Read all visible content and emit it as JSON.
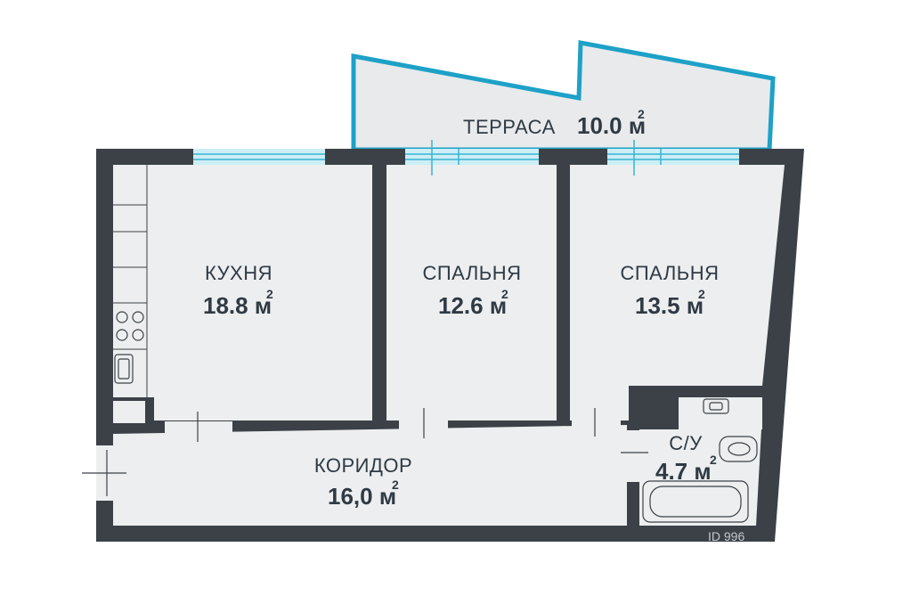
{
  "colors": {
    "wall": "#3b4147",
    "floor": "#eceeef",
    "window": "#cdeef6",
    "window_line": "#38b4d3",
    "terrace_outline": "#1ea1c7"
  },
  "rooms": {
    "terrace": {
      "name": "ТЕРРАСА",
      "area": "10.0 м",
      "sup": "2"
    },
    "kitchen": {
      "name": "КУХНЯ",
      "area": "18.8 м",
      "sup": "2"
    },
    "bedroom1": {
      "name": "СПАЛЬНЯ",
      "area": "12.6 м",
      "sup": "2"
    },
    "bedroom2": {
      "name": "СПАЛЬНЯ",
      "area": "13.5 м",
      "sup": "2"
    },
    "corridor": {
      "name": "КОРИДОР",
      "area": "16,0 м",
      "sup": "2"
    },
    "bathroom": {
      "name": "С/У",
      "area": "4.7 м",
      "sup": "2"
    }
  },
  "watermark": {
    "id_text": "ID 996"
  }
}
